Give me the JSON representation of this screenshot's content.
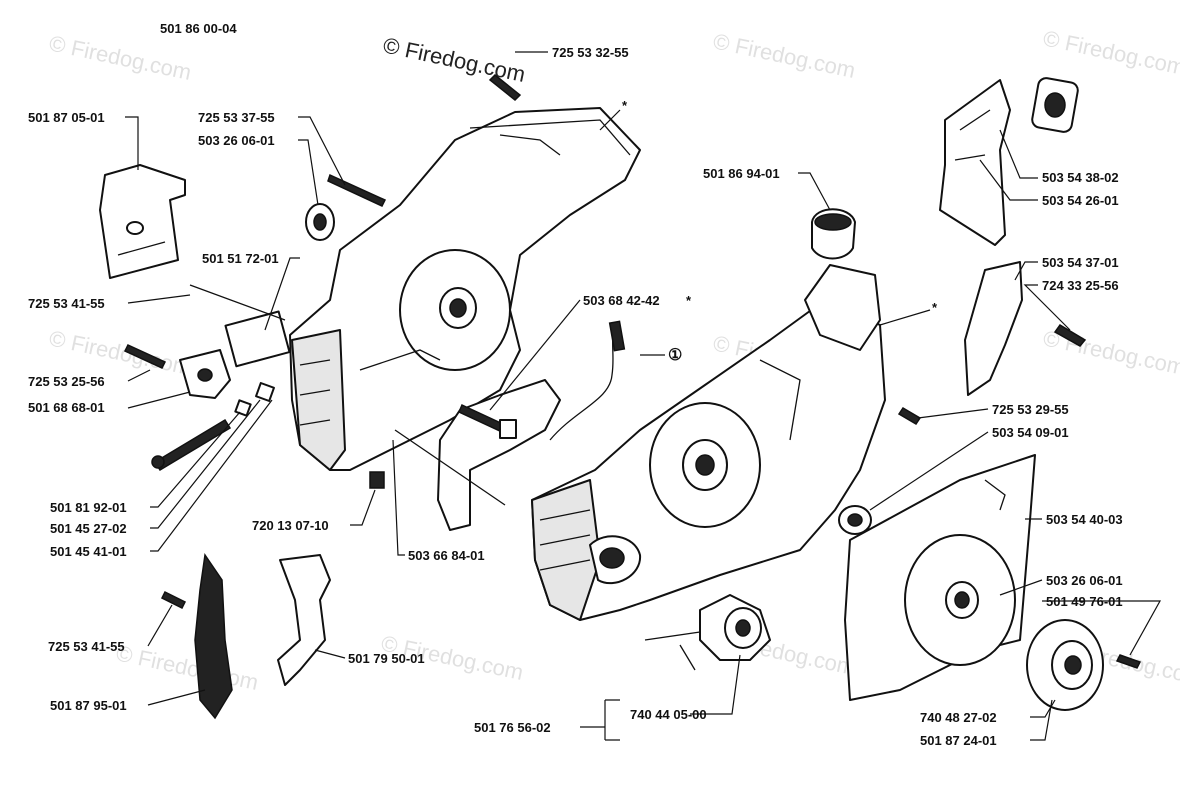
{
  "watermark": {
    "main": "© Firedog.com",
    "repeat": "© Firedog.com"
  },
  "labels": [
    "501 86 00-04",
    "725 53 32-55",
    "501 87 05-01",
    "725 53 37-55",
    "503 26 06-01",
    "501 51 72-01",
    "725 53 41-55",
    "725 53 25-56",
    "501 68 68-01",
    "501 81 92-01",
    "501 45 27-02",
    "501 45 41-01",
    "720 13 07-10",
    "503 68 42-42",
    "503 66 84-01",
    "501 86 94-01",
    "503 54 38-02",
    "503 54 26-01",
    "503 54 37-01",
    "724 33 25-56",
    "725 53 29-55",
    "503 54 09-01",
    "503 54 40-03",
    "503 26 06-01",
    "501 49 76-01",
    "725 53 41-55",
    "501 79 50-01",
    "501 87 95-01",
    "740 44 05-00",
    "501 76 56-02",
    "740 48 27-02",
    "501 87 24-01"
  ],
  "markers": {
    "asterisk": "*",
    "circle_one": "①"
  }
}
